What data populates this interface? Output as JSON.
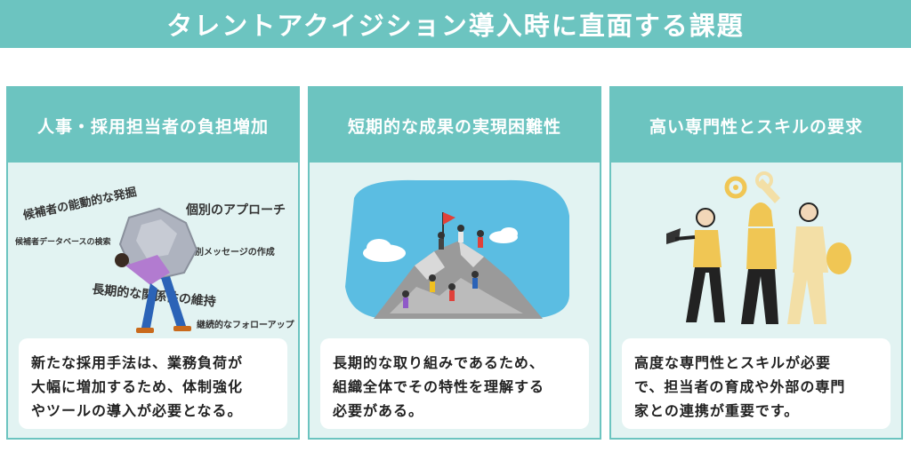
{
  "title": "タレントアクイジション導入時に直面する課題",
  "cards": [
    {
      "heading": "人事・採用担当者の負担増加",
      "description": "新たな採用手法は、業務負荷が大幅に増加するため、体制強化やツールの導入が必要となる。",
      "lines": [
        "新たな採用手法は、業務負荷が",
        "大幅に増加するため、体制強化",
        "やツールの導入が必要となる。"
      ],
      "floating_labels": [
        "候補者の能動的な発掘",
        "個別のアプローチ",
        "候補者データベースの検索",
        "個別メッセージの作成",
        "長期的な関係性の維持",
        "継続的なフォローアップ"
      ]
    },
    {
      "heading": "短期的な成果の実現困難性",
      "description": "長期的な取り組みであるため、組織全体でその特性を理解する必要がある。",
      "lines": [
        "長期的な取り組みであるため、",
        "組織全体でその特性を理解する",
        "必要がある。"
      ]
    },
    {
      "heading": "高い専門性とスキルの要求",
      "description": "高度な専門性とスキルが必要で、担当者の育成や外部の専門家との連携が重要です。",
      "lines": [
        "高度な専門性とスキルが必要",
        "で、担当者の育成や外部の専門",
        "家との連携が重要です。"
      ]
    }
  ],
  "colors": {
    "accent": "#6cc4c0",
    "card_bg": "#e2f3f2",
    "sky": "#5bbde2"
  }
}
